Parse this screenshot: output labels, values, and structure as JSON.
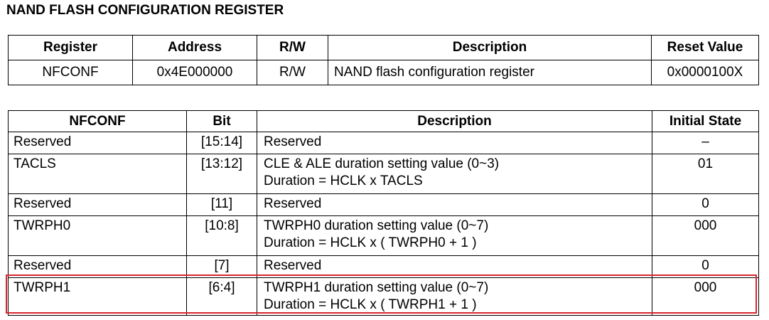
{
  "title": "NAND FLASH CONFIGURATION REGISTER",
  "register_table": {
    "headers": [
      "Register",
      "Address",
      "R/W",
      "Description",
      "Reset Value"
    ],
    "row": {
      "register": "NFCONF",
      "address": "0x4E000000",
      "rw": "R/W",
      "description": "NAND flash configuration register",
      "reset": "0x0000100X"
    }
  },
  "bits_table": {
    "headers": [
      "NFCONF",
      "Bit",
      "Description",
      "Initial State"
    ],
    "rows": [
      {
        "name": "Reserved",
        "bit": "[15:14]",
        "desc1": "Reserved",
        "desc2": "",
        "init": "–"
      },
      {
        "name": "TACLS",
        "bit": "[13:12]",
        "desc1": "CLE & ALE duration setting value (0~3)",
        "desc2": "Duration =  HCLK x TACLS",
        "init": "01"
      },
      {
        "name": "Reserved",
        "bit": "[11]",
        "desc1": "Reserved",
        "desc2": "",
        "init": "0"
      },
      {
        "name": "TWRPH0",
        "bit": "[10:8]",
        "desc1": "TWRPH0 duration setting value (0~7)",
        "desc2": "Duration =  HCLK x ( TWRPH0 + 1 )",
        "init": "000"
      },
      {
        "name": "Reserved",
        "bit": "[7]",
        "desc1": "Reserved",
        "desc2": "",
        "init": "0"
      },
      {
        "name": "TWRPH1",
        "bit": "[6:4]",
        "desc1": "TWRPH1 duration setting value (0~7)",
        "desc2": "Duration =  HCLK x ( TWRPH1 + 1 )",
        "init": "000"
      }
    ]
  },
  "highlight_color": "#d9242e"
}
